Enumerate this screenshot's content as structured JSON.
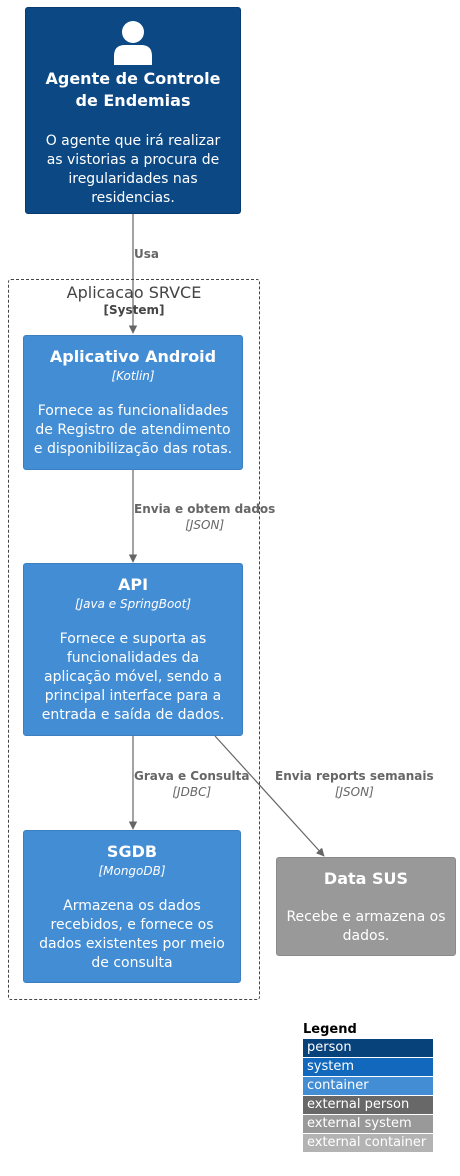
{
  "person": {
    "name": "Agente de Controle de Endemias",
    "description": "O agente que irá realizar as vistorias a procura de iregularidades nas residencias."
  },
  "boundary": {
    "title": "Aplicacao SRVCE",
    "type": "[System]"
  },
  "containers": {
    "android": {
      "name": "Aplicativo Android",
      "tech": "[Kotlin]",
      "description": "Fornece as funcionalidades de Registro de atendimento e disponibilização das rotas."
    },
    "api": {
      "name": "API",
      "tech": "[Java e SpringBoot]",
      "description": "Fornece e suporta as funcionalidades da aplicação móvel, sendo a principal interface para a entrada e saída de dados."
    },
    "sgdb": {
      "name": "SGDB",
      "tech": "[MongoDB]",
      "description": "Armazena os dados recebidos, e fornece os dados existentes por meio de consulta"
    }
  },
  "external_system": {
    "name": "Data SUS",
    "description": "Recebe e armazena os dados."
  },
  "relations": {
    "usa": {
      "label": "Usa"
    },
    "envia": {
      "label": "Envia e obtem dados",
      "tech": "[JSON]"
    },
    "grava": {
      "label": "Grava e Consulta",
      "tech": "[JDBC]"
    },
    "reports": {
      "label": "Envia reports semanais",
      "tech": "[JSON]"
    }
  },
  "legend": {
    "title": "Legend",
    "items": [
      {
        "label": "person",
        "color": "#08427b"
      },
      {
        "label": "system",
        "color": "#1168bd"
      },
      {
        "label": "container",
        "color": "#438dd5"
      },
      {
        "label": "external person",
        "color": "#686868"
      },
      {
        "label": "external system",
        "color": "#999999"
      },
      {
        "label": "external container",
        "color": "#b3b3b3"
      }
    ]
  }
}
